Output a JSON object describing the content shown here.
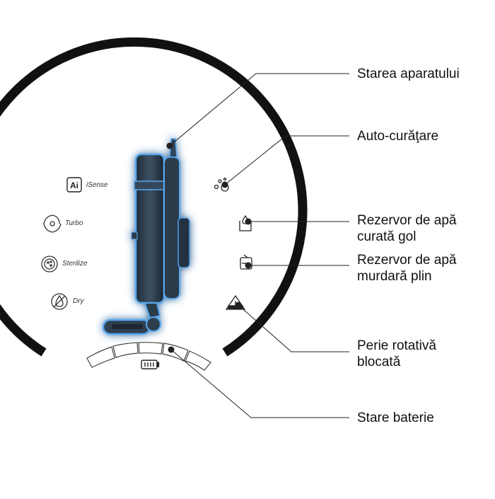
{
  "modes": [
    {
      "label": "iSense",
      "icon": "ai-chip-icon",
      "badge": "Ai"
    },
    {
      "label": "Turbo",
      "icon": "turbo-swirl-icon"
    },
    {
      "label": "Sterilize",
      "icon": "sterilize-icon"
    },
    {
      "label": "Dry",
      "icon": "dry-drop-icon"
    }
  ],
  "callouts": [
    {
      "line1": "Starea aparatului",
      "line2": ""
    },
    {
      "line1": "Auto-curăţare",
      "line2": ""
    },
    {
      "line1": "Rezervor de apă",
      "line2": "curată gol"
    },
    {
      "line1": "Rezervor de apă",
      "line2": "murdară plin"
    },
    {
      "line1": "Perie rotativă",
      "line2": "blocată"
    },
    {
      "line1": "Stare baterie",
      "line2": ""
    }
  ],
  "status_icons": [
    "self-clean-icon",
    "clean-tank-icon",
    "dirty-tank-icon",
    "brush-blocked-icon"
  ],
  "battery": {
    "icon": "battery-icon",
    "segments": 5
  },
  "colors": {
    "ring": "#111111",
    "device_glow": "#3a8fe0",
    "device_body": "#2c3c4c",
    "leader_line": "#222222"
  }
}
